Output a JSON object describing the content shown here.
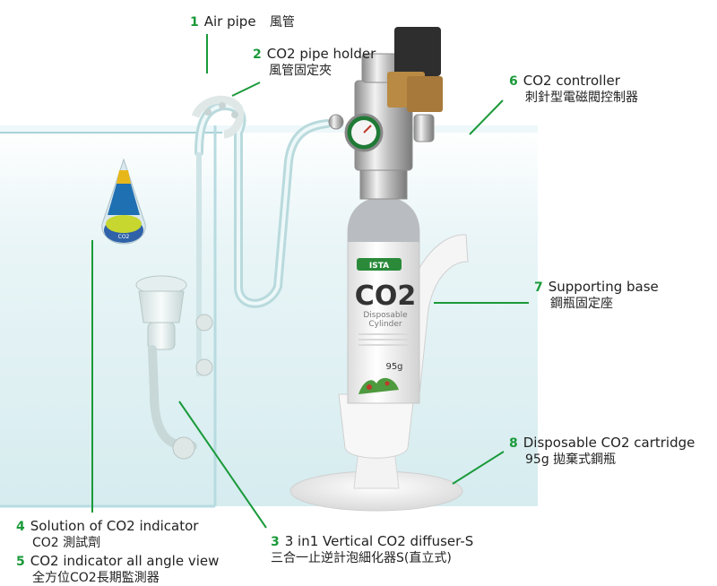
{
  "callouts": [
    {
      "num": "1",
      "en": "Air pipe",
      "zh": "風管"
    },
    {
      "num": "2",
      "en": "CO2 pipe holder",
      "zh": "風管固定夾"
    },
    {
      "num": "6",
      "en": "CO2 controller",
      "zh": "刺針型電磁閥控制器"
    },
    {
      "num": "7",
      "en": "Supporting base",
      "zh": "鋼瓶固定座"
    },
    {
      "num": "8",
      "en": "Disposable CO2 cartridge",
      "zh": "95g 拋棄式鋼瓶"
    },
    {
      "num": "4",
      "en": "Solution of CO2 indicator",
      "zh": "CO2 測試劑"
    },
    {
      "num": "5",
      "en": "CO2 indicator all angle view",
      "zh": "全方位CO2長期監測器"
    },
    {
      "num": "3",
      "en": "3 in1 Vertical CO2 diffuser-S",
      "zh": "三合一止逆計泡細化器S(直立式)"
    }
  ],
  "product": {
    "brand": "ISTA",
    "title": "CO2",
    "line1": "Disposable",
    "line2": "Cylinder",
    "weight": "95g",
    "indicator_label": "CO2"
  },
  "colors": {
    "accent_green": "#1a9a3a",
    "leader_line": "#1a9a3a",
    "water": "#dff0f3",
    "base": "#f4f4f4"
  }
}
